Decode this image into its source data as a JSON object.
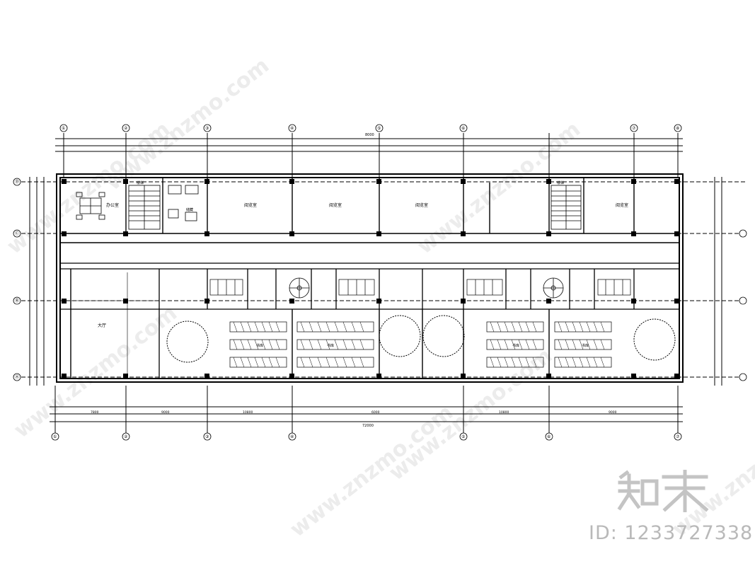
{
  "drawing": {
    "top_dim_label": "8000",
    "bottom_dim_label": "72000",
    "grid_labels_top": [
      "①",
      "②",
      "③",
      "④",
      "⑤",
      "⑥",
      "⑦",
      "⑧"
    ],
    "grid_labels_bottom": [
      "①",
      "②",
      "③",
      "④",
      "⑤",
      "⑥",
      "⑦"
    ],
    "grid_labels_side": [
      "Ⓓ",
      "Ⓒ",
      "Ⓑ",
      "Ⓐ"
    ],
    "rooms_top": [
      "阅览室",
      "阅览室",
      "阅览室",
      "阅览室"
    ],
    "rooms_bottom": [
      "书库",
      "书库",
      "书库",
      "书库"
    ],
    "room_office": "办公室",
    "room_stair": "楼梯",
    "room_hall": "大厅",
    "room_store": "储藏",
    "segment_widths": [
      "7800",
      "9000",
      "10800",
      "6000",
      "10800",
      "9000"
    ],
    "line_color": "#000000"
  },
  "brand": {
    "logo_text": "知末",
    "id_text": "ID: 1233727338",
    "watermark_text": "www.znzmo.com",
    "watermark_color": "#d8d8d8",
    "id_color": "#b9b9b9"
  }
}
